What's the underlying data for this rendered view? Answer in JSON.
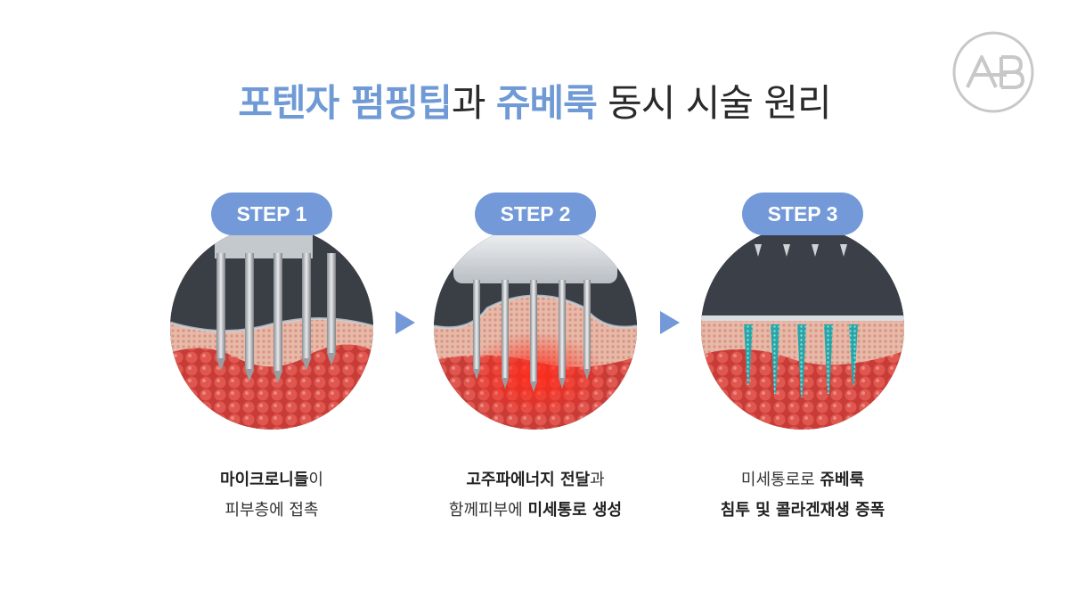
{
  "logo": {
    "icon": "ab-monogram-logo",
    "letters": "AB",
    "color": "#c8c8c8"
  },
  "title": {
    "part1": "포텐자 펌핑팁",
    "part2": "과 ",
    "part3": "쥬베룩",
    "part4": " 동시 시술 원리",
    "highlight_color": "#6f9ad6"
  },
  "accent_color": "#7399d8",
  "steps": [
    {
      "label": "STEP 1",
      "caption_line1_bold": "마이크로니들",
      "caption_line1_rest": "이",
      "caption_line2": "피부층에 접촉"
    },
    {
      "label": "STEP 2",
      "caption_line1_bold": "고주파에너지 전달",
      "caption_line1_rest": "과",
      "caption_line2_prefix": "함께피부에 ",
      "caption_line2_bold": "미세통로 생성"
    },
    {
      "label": "STEP 3",
      "caption_line1_prefix": "미세통로로 ",
      "caption_line1_bold": "쥬베룩",
      "caption_line2_bold": "침투 및 콜라겐재생 증폭"
    }
  ],
  "arrows": [
    "right-arrow-icon",
    "right-arrow-icon"
  ]
}
